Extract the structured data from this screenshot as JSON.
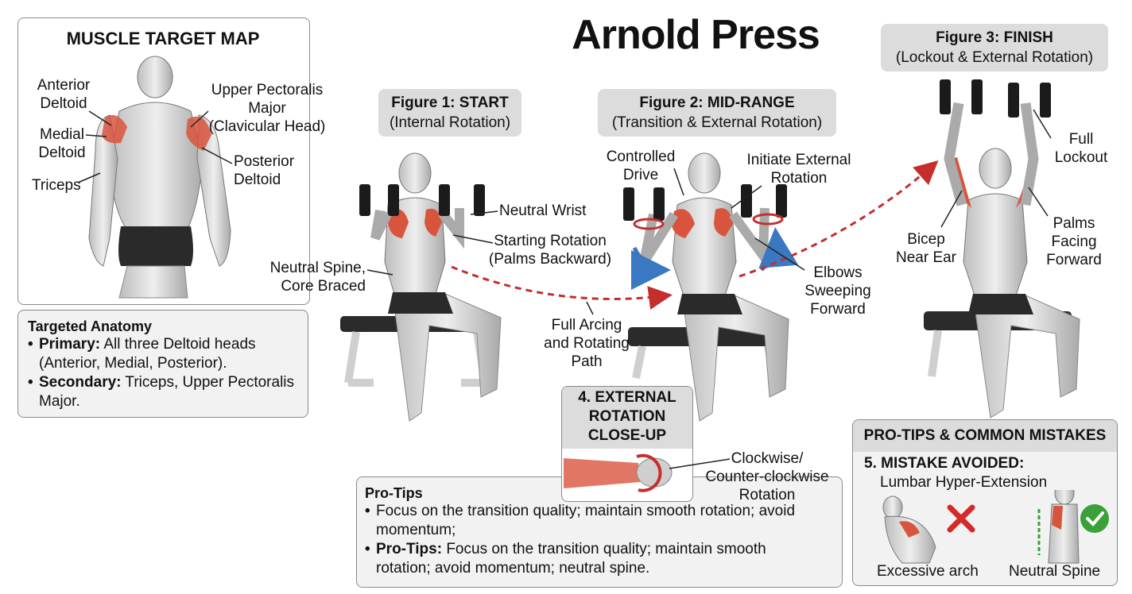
{
  "title": "Arnold Press",
  "muscle_map": {
    "title": "MUSCLE TARGET MAP",
    "labels": {
      "anterior_deltoid": "Anterior\nDeltoid",
      "medial_deltoid": "Medial\nDeltoid",
      "triceps": "Triceps",
      "upper_pec": "Upper Pectoralis\nMajor\n(Clavicular Head)",
      "posterior_deltoid": "Posterior\nDeltoid"
    }
  },
  "anatomy_box": {
    "title": "Targeted Anatomy",
    "primary_label": "Primary:",
    "primary_text": " All three Deltoid heads (Anterior, Medial, Posterior).",
    "secondary_label": "Secondary:",
    "secondary_text": " Triceps, Upper Pectoralis Major."
  },
  "figure1": {
    "title": "Figure 1: START",
    "subtitle": "(Internal Rotation)",
    "labels": {
      "neutral_wrist": "Neutral Wrist",
      "starting_rotation": "Starting Rotation\n(Palms Backward)",
      "neutral_spine": "Neutral Spine,\nCore Braced"
    }
  },
  "figure2": {
    "title": "Figure 2: MID-RANGE",
    "subtitle": "(Transition & External Rotation)",
    "labels": {
      "controlled_drive": "Controlled\nDrive",
      "initiate_external": "Initiate External\nRotation",
      "elbows_sweeping": "Elbows\nSweeping\nForward",
      "full_arcing": "Full Arcing\nand Rotating\nPath"
    }
  },
  "figure3": {
    "title": "Figure 3: FINISH",
    "subtitle": "(Lockout & External Rotation)",
    "labels": {
      "full_lockout": "Full\nLockout",
      "bicep_near_ear": "Bicep\nNear Ear",
      "palms_forward": "Palms\nFacing\nForward"
    }
  },
  "closeup": {
    "title": "4. EXTERNAL\nROTATION\nCLOSE-UP",
    "label": "Clockwise/\nCounter-clockwise\nRotation"
  },
  "pro_tips_box": {
    "title": "Pro-Tips",
    "item1": "Focus on the transition quality; maintain smooth rotation; avoid momentum;",
    "item2_label": "Pro-Tips:",
    "item2_text": " Focus on the transition quality; maintain smooth rotation; avoid momentum; neutral spine."
  },
  "mistakes_box": {
    "title": "PRO-TIPS & COMMON MISTAKES",
    "subtitle": "5. MISTAKE AVOIDED:",
    "mistake": "Lumbar Hyper-Extension",
    "bad_label": "Excessive arch",
    "good_label": "Neutral Spine"
  },
  "colors": {
    "muscle_red": "#d9543d",
    "arrow_red": "#c62d2d",
    "check_green": "#3aa13a",
    "rotation_blue": "#3a78c2"
  }
}
